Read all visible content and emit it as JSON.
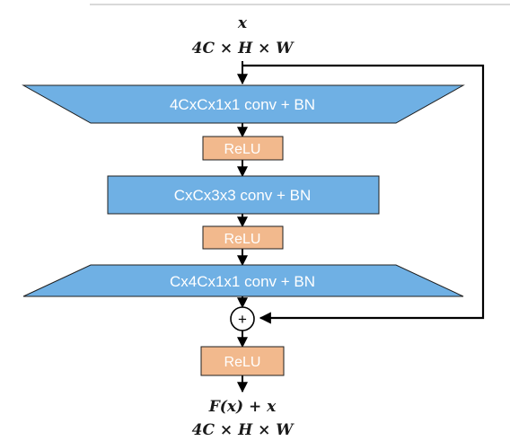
{
  "input": {
    "symbol": "x",
    "shape": "4C × H × W"
  },
  "blocks": [
    {
      "label": "4CxCx1x1 conv + BN",
      "kind": "conv-reduce"
    },
    {
      "label": "ReLU",
      "kind": "activation"
    },
    {
      "label": "CxCx3x3 conv + BN",
      "kind": "conv"
    },
    {
      "label": "ReLU",
      "kind": "activation"
    },
    {
      "label": "Cx4Cx1x1 conv + BN",
      "kind": "conv-expand"
    }
  ],
  "add_node": {
    "symbol": "+"
  },
  "final_activation": {
    "label": "ReLU"
  },
  "output": {
    "expression": "F(x) + x",
    "shape": "4C × H × W"
  },
  "colors": {
    "conv_fill": "#6fb0e4",
    "conv_stroke": "#1f1f1f",
    "relu_fill": "#f2b98d",
    "relu_stroke": "#1f1f1f",
    "arrow": "#000000",
    "top_rule": "#d9d9d9"
  }
}
